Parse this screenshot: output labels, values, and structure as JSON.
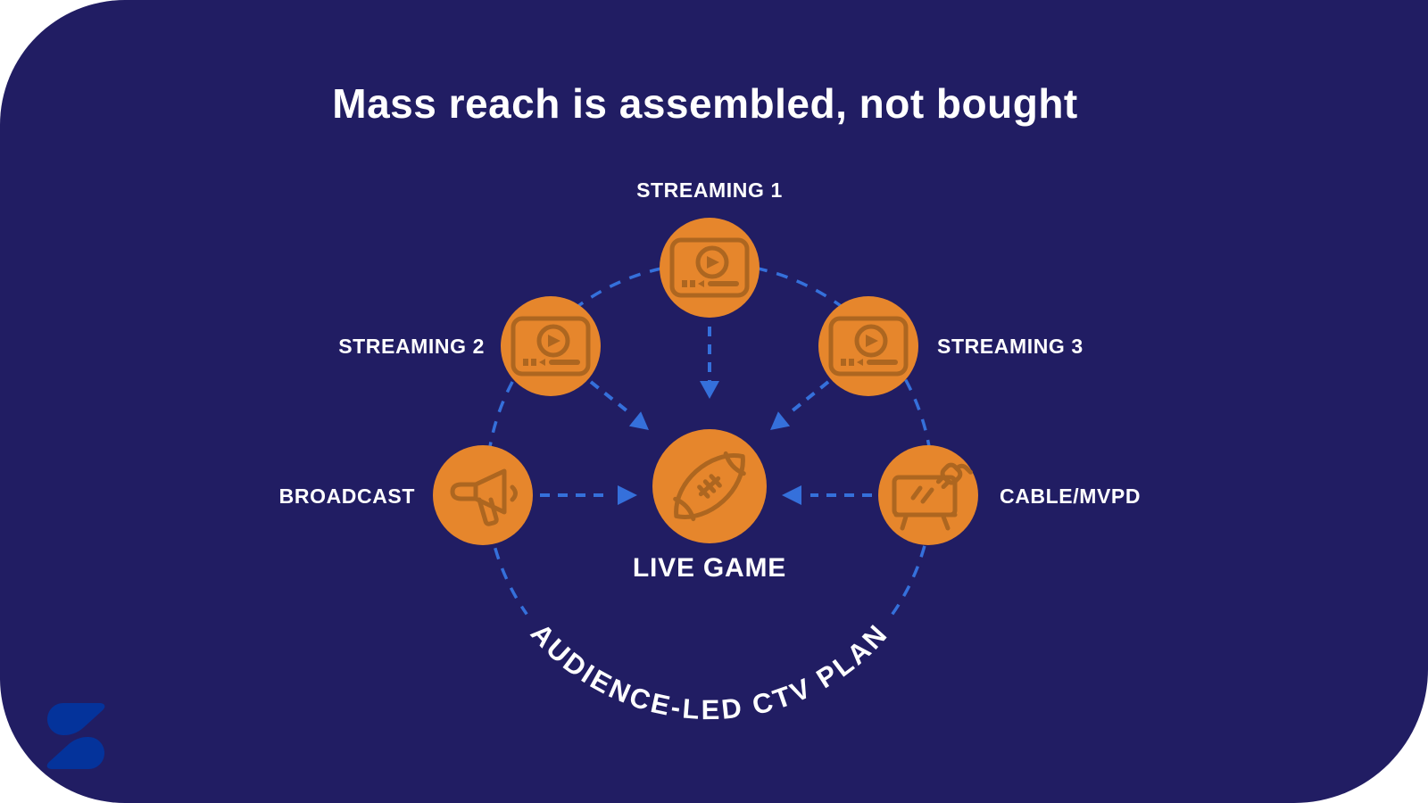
{
  "page": {
    "title": "Mass reach is assembled, not bought"
  },
  "diagram": {
    "center": {
      "label": "LIVE GAME",
      "icon": "football-icon"
    },
    "nodes": [
      {
        "id": "streaming-1",
        "label": "STREAMING 1",
        "icon": "video-player-icon",
        "position": "top"
      },
      {
        "id": "streaming-2",
        "label": "STREAMING 2",
        "icon": "video-player-icon",
        "position": "upper-left"
      },
      {
        "id": "streaming-3",
        "label": "STREAMING 3",
        "icon": "video-player-icon",
        "position": "upper-right"
      },
      {
        "id": "broadcast",
        "label": "BROADCAST",
        "icon": "megaphone-icon",
        "position": "left"
      },
      {
        "id": "cable-mvpd",
        "label": "CABLE/MVPD",
        "icon": "tv-plug-icon",
        "position": "right"
      }
    ],
    "ring_label": "AUDIENCE-LED CTV PLAN",
    "colors": {
      "background": "#211d63",
      "node_fill": "#e6862c",
      "icon_stroke": "#ad6620",
      "arrow_blue": "#3570db",
      "text": "#ffffff",
      "logo_blue": "#04339b"
    }
  },
  "branding": {
    "logo": "s-logo"
  }
}
